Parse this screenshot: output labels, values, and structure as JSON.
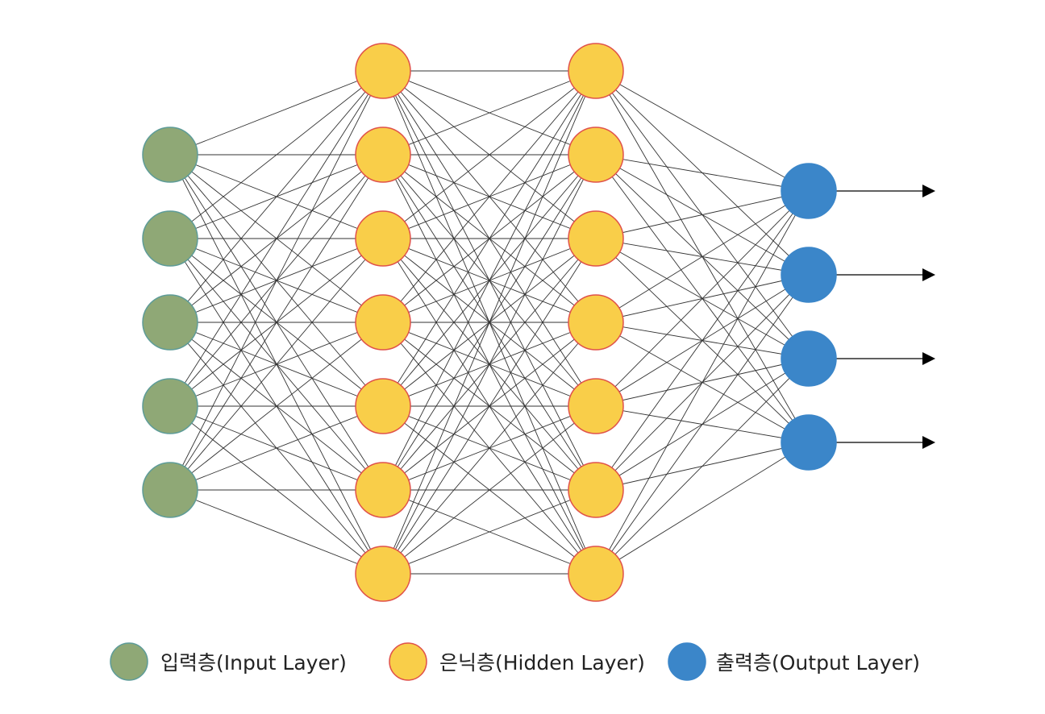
{
  "layers": [
    {
      "id": "input",
      "node_count": 5,
      "color": "#8fa876",
      "stroke": "#5e9c98"
    },
    {
      "id": "hidden1",
      "node_count": 7,
      "color": "#f9ce49",
      "stroke": "#e0524a"
    },
    {
      "id": "hidden2",
      "node_count": 7,
      "color": "#f9ce49",
      "stroke": "#e0524a"
    },
    {
      "id": "output",
      "node_count": 4,
      "color": "#3b86c9",
      "stroke": "#3b86c9"
    }
  ],
  "connection_color": "#333333",
  "arrow_color": "#000000",
  "legend": [
    {
      "label": "입력층(Input Layer)",
      "color": "#8fa876",
      "stroke": "#5e9c98"
    },
    {
      "label": "은닉층(Hidden Layer)",
      "color": "#f9ce49",
      "stroke": "#e0524a"
    },
    {
      "label": "출력층(Output Layer)",
      "color": "#3b86c9",
      "stroke": "#3b86c9"
    }
  ]
}
